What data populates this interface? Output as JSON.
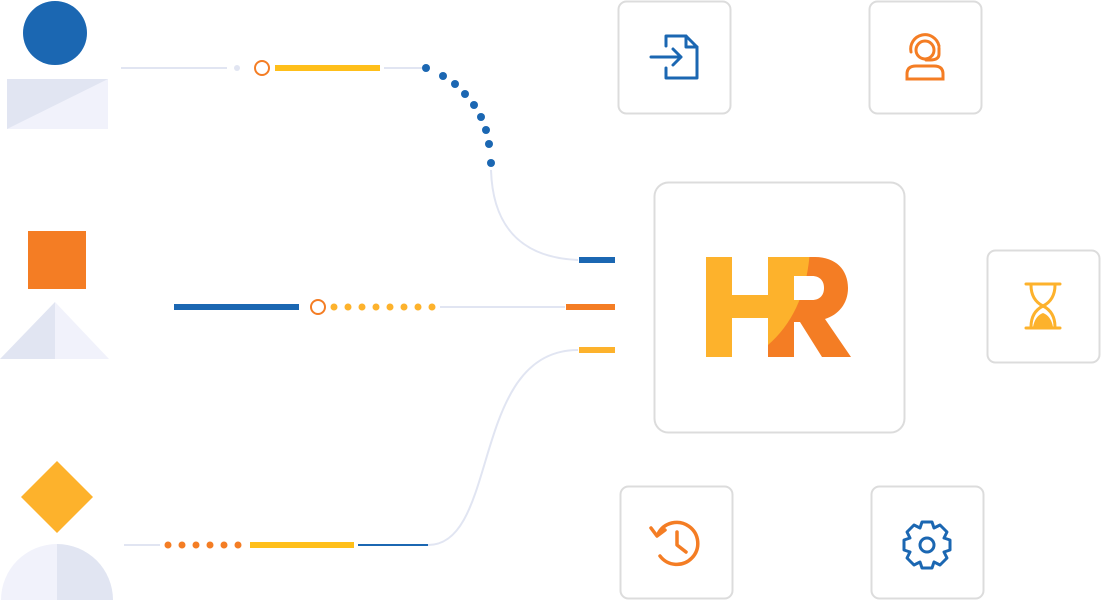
{
  "logo": {
    "text": "HR"
  },
  "colors": {
    "blue": "#1b67b2",
    "orange": "#f47d24",
    "yellow": "#fdb22c",
    "bar_yellow": "#ffbf1a",
    "light": "#e1e5f2",
    "lighter": "#f1f2fb",
    "border": "#dcdcdc"
  },
  "people": [
    {
      "head": "circle",
      "body": "rectangle"
    },
    {
      "head": "square",
      "body": "triangle"
    },
    {
      "head": "diamond",
      "body": "semicircle"
    }
  ],
  "tiles": [
    {
      "icon": "file-import-icon"
    },
    {
      "icon": "support-agent-icon"
    },
    {
      "icon": "hourglass-icon"
    },
    {
      "icon": "history-icon"
    },
    {
      "icon": "gear-icon"
    }
  ]
}
